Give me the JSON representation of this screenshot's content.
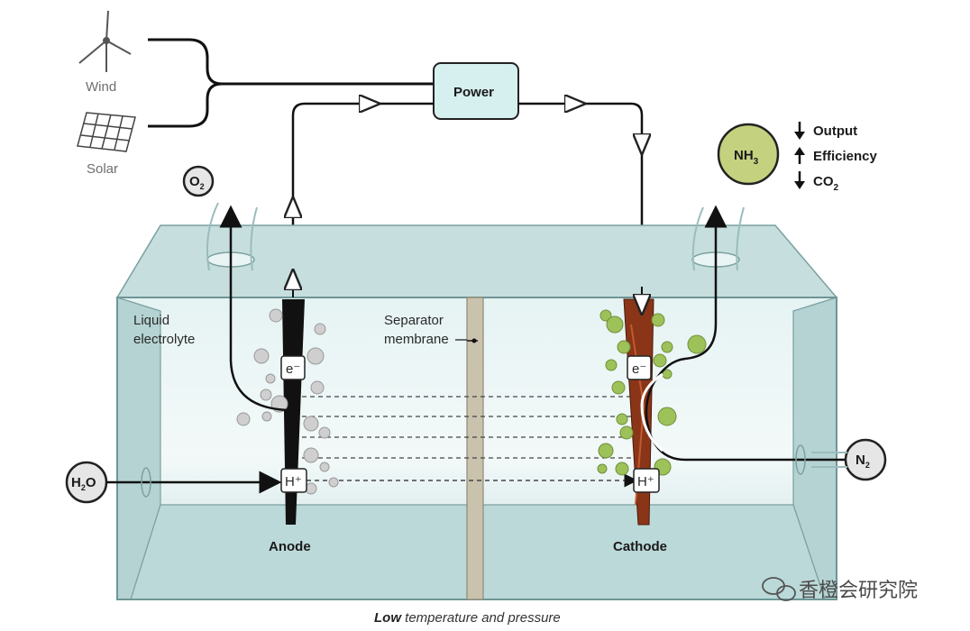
{
  "sources": {
    "wind": "Wind",
    "solar": "Solar"
  },
  "power": {
    "label": "Power"
  },
  "gases": {
    "o2": "O",
    "o2_sub": "2",
    "n2": "N",
    "n2_sub": "2",
    "h2o_h": "H",
    "h2o_sub": "2",
    "h2o_o": "O"
  },
  "product": {
    "nh": "NH",
    "nh_sub": "3"
  },
  "effects": {
    "output": "Output",
    "efficiency": "Efficiency",
    "co2": "CO",
    "co2_sub": "2"
  },
  "tank": {
    "electrolyte_line1": "Liquid",
    "electrolyte_line2": "electrolyte",
    "membrane_line1": "Separator",
    "membrane_line2": "membrane"
  },
  "electrodes": {
    "anode": "Anode",
    "cathode": "Cathode"
  },
  "carriers": {
    "electron": "e⁻",
    "proton": "H⁺"
  },
  "caption": {
    "bold": "Low",
    "rest": " temperature and pressure"
  },
  "watermark": "香橙会研究院",
  "colors": {
    "liquid": "#cfe6e6",
    "power_box": "#d6efef",
    "nh3_fill": "#c4d17f",
    "anode": "#111111",
    "cathode": "#8a3518",
    "membrane": "#c9c2ad",
    "bubble_green": "#9ec25a",
    "bubble_grey": "#cfcfcf"
  }
}
